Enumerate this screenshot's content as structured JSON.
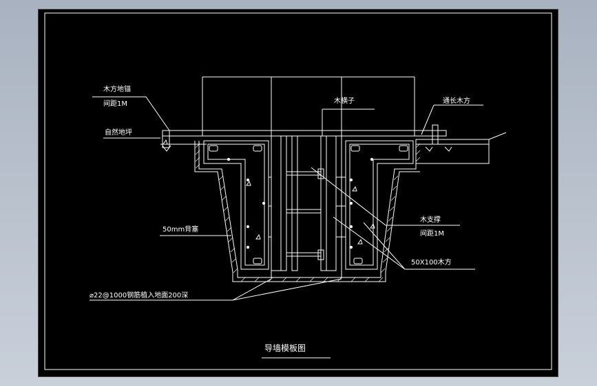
{
  "drawing": {
    "title": "导墙模板图",
    "labels": {
      "wood_anchor": "木方地锚",
      "wood_anchor_spacing": "间距1M",
      "natural_ground": "自然地坪",
      "wood_brace": "木横子",
      "long_timber": "通长木方",
      "backfill": "50mm背塞",
      "wood_support": "木支撑",
      "wood_support_spacing": "间距1M",
      "timber_size": "50X100木方",
      "rebar_note": "⌀22@1000钢筋植入地面200深"
    }
  },
  "colors": {
    "background": "#000000",
    "lines": "#ffffff",
    "frame_bg": "#b8c0cc"
  }
}
